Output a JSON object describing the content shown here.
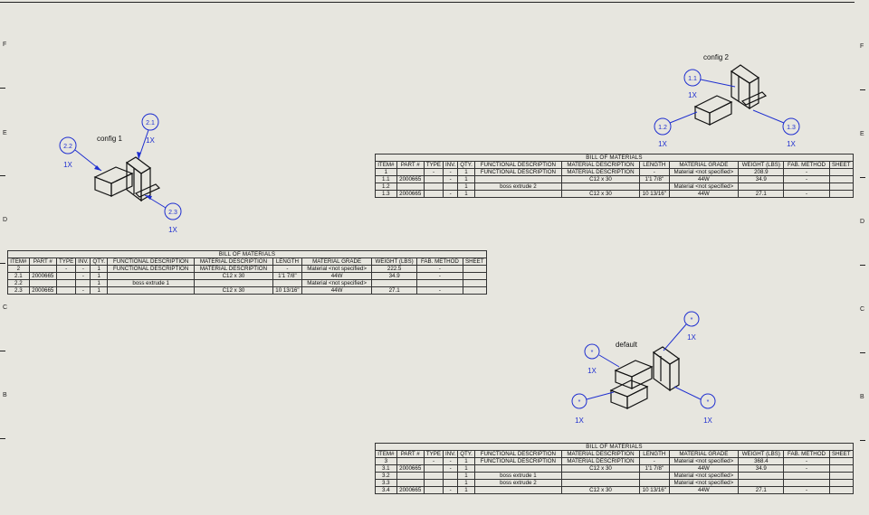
{
  "zones": {
    "right": [
      "F",
      "E",
      "D",
      "C",
      "B"
    ],
    "left": [
      "F",
      "E",
      "D",
      "C",
      "B"
    ]
  },
  "config_labels": {
    "config1": "config 1",
    "config2": "config 2",
    "default": "default"
  },
  "qty_label": "1X",
  "balloons": {
    "c1": [
      "2.1",
      "2.2",
      "2.3"
    ],
    "c2": [
      "1.1",
      "1.2",
      "1.3"
    ],
    "def": [
      "*",
      "*",
      "*",
      "*"
    ]
  },
  "bom_headers": [
    "ITEM#",
    "PART #",
    "TYPE",
    "INV.",
    "QTY.",
    "FUNCTIONAL DESCRIPTION",
    "MATERIAL DESCRIPTION",
    "LENGTH",
    "MATERIAL GRADE",
    "WEIGHT (LBS)",
    "FAB. METHOD",
    "SHEET"
  ],
  "bom_title": "BILL OF MATERIALS",
  "bom_config1": [
    [
      "2",
      "",
      "-",
      "-",
      "1",
      "FUNCTIONAL DESCRIPTION",
      "MATERIAL DESCRIPTION",
      "-",
      "Material <not specified>",
      "222.5",
      "-",
      ""
    ],
    [
      "2.1",
      "2000665",
      "",
      "-",
      "1",
      "",
      "C12 x 30",
      "1'1 7/8\"",
      "44W",
      "34.9",
      "-",
      ""
    ],
    [
      "2.2",
      "",
      "",
      "",
      "1",
      "boss extrude 1",
      "",
      "",
      "Material <not specified>",
      "",
      "",
      ""
    ],
    [
      "2.3",
      "2000665",
      "",
      "-",
      "1",
      "",
      "C12 x 30",
      "10 13/16\"",
      "44W",
      "27.1",
      "-",
      ""
    ]
  ],
  "bom_config2": [
    [
      "1",
      "",
      "-",
      "-",
      "1",
      "FUNCTIONAL DESCRIPTION",
      "MATERIAL DESCRIPTION",
      "-",
      "Material <not specified>",
      "208.9",
      "-",
      ""
    ],
    [
      "1.1",
      "2000665",
      "",
      "-",
      "1",
      "",
      "C12 x 30",
      "1'1 7/8\"",
      "44W",
      "34.9",
      "-",
      ""
    ],
    [
      "1.2",
      "",
      "",
      "",
      "1",
      "boss extrude 2",
      "",
      "",
      "Material <not specified>",
      "",
      "",
      ""
    ],
    [
      "1.3",
      "2000665",
      "",
      "-",
      "1",
      "",
      "C12 x 30",
      "10 13/16\"",
      "44W",
      "27.1",
      "-",
      ""
    ]
  ],
  "bom_default": [
    [
      "3",
      "",
      "-",
      "-",
      "1",
      "FUNCTIONAL DESCRIPTION",
      "MATERIAL DESCRIPTION",
      "-",
      "Material <not specified>",
      "368.4",
      "-",
      ""
    ],
    [
      "3.1",
      "2000665",
      "",
      "-",
      "1",
      "",
      "C12 x 30",
      "1'1 7/8\"",
      "44W",
      "34.9",
      "-",
      ""
    ],
    [
      "3.2",
      "",
      "",
      "",
      "1",
      "boss extrude 1",
      "",
      "",
      "Material <not specified>",
      "",
      "",
      ""
    ],
    [
      "3.3",
      "",
      "",
      "",
      "1",
      "boss extrude 2",
      "",
      "",
      "Material <not specified>",
      "",
      "",
      ""
    ],
    [
      "3.4",
      "2000665",
      "",
      "-",
      "1",
      "",
      "C12 x 30",
      "10 13/16\"",
      "44W",
      "27.1",
      "-",
      ""
    ]
  ]
}
